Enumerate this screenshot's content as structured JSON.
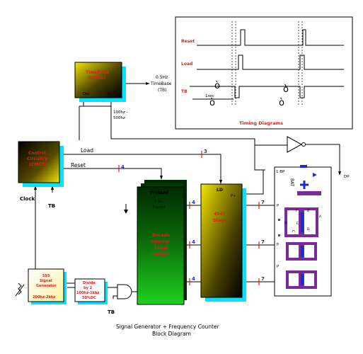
{
  "timing": {
    "title": "Timing Diagrams",
    "labels": {
      "reset": "Reset",
      "load": "Load",
      "tb": "TB",
      "one_sec": "1sec"
    },
    "glyph": "ò"
  },
  "timebase": {
    "block_title": "TimeBase",
    "block_sub": "(CMOS)",
    "pin_in": "Osc",
    "pin_out": "O.",
    "out_label": {
      "l1": "0.5Hz",
      "l2": "TimeBase",
      "l3": "(TB)"
    },
    "in_label": {
      "l1": "100hz -",
      "l2": "500hz"
    }
  },
  "control": {
    "block_title": "Control",
    "block_sub": "Circuitry",
    "block_sub2": "(CMOS)",
    "caption": "Clock",
    "tb_label": "TB",
    "load_label": "Load",
    "reset_label": "Reset"
  },
  "decade": {
    "top_label": "Preload",
    "inputs_l1": "2 in",
    "inputs_l2": "Inputs",
    "body_l1": "Decade",
    "body_l2": "Counter",
    "body_l3": "Stage",
    "body_l4": "(CMOS)"
  },
  "latch": {
    "top_label": "LD",
    "pin_label": "P+",
    "body_l1": "4543",
    "body_l2": "Stage"
  },
  "display": {
    "label_bp": "1 BP",
    "label_dp": "DP",
    "label_bat": "BAT",
    "seg_f": "F",
    "seg_b": "B",
    "seg_a": "A",
    "seg_g": "G",
    "seg_e": "E",
    "seg_c": "C",
    "seg_d": "D",
    "marks": [
      "P",
      "P",
      "P"
    ]
  },
  "bus": {
    "w4": "4",
    "w7": "7",
    "w3": "3"
  },
  "generator": {
    "title_l1": "555",
    "title_l2": "Signal",
    "title_l3": "Generator",
    "range": "200hz-2khz"
  },
  "divider": {
    "l1": "Divide",
    "l2": "by 2",
    "l3": "100hz-1khz",
    "l4": "50%DC"
  },
  "gate": {
    "tb_label": "TB"
  },
  "caption": {
    "line1": "Signal Generator + Frequency Counter",
    "line2": "Block Diagram"
  },
  "colors": {
    "red": "#e0201a",
    "blue": "#1a2fc8",
    "cyan": "#00e5ff",
    "green_dark": "#003a00",
    "green_light": "#1fd01f",
    "yellow": "#ffe600",
    "purple": "#7a2a9a"
  }
}
